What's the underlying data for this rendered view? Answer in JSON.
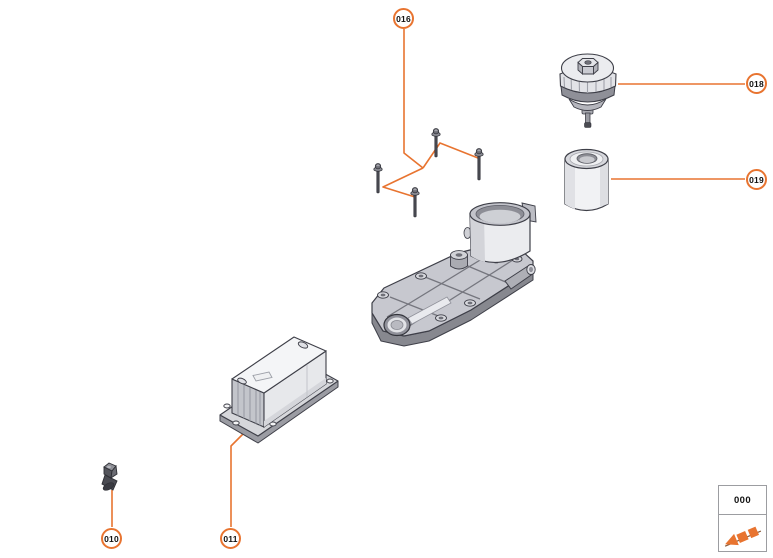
{
  "colors": {
    "accent": "#E87430",
    "outline": "#3E3F48",
    "box_border": "#9C9DA1",
    "background": "#FFFFFF"
  },
  "callouts": {
    "c016": {
      "label": "016"
    },
    "c018": {
      "label": "018"
    },
    "c019": {
      "label": "019"
    },
    "c010": {
      "label": "010"
    },
    "c011": {
      "label": "011"
    }
  },
  "ref_box": {
    "label": "000",
    "icon": "direction-of-travel-arrow-icon"
  }
}
